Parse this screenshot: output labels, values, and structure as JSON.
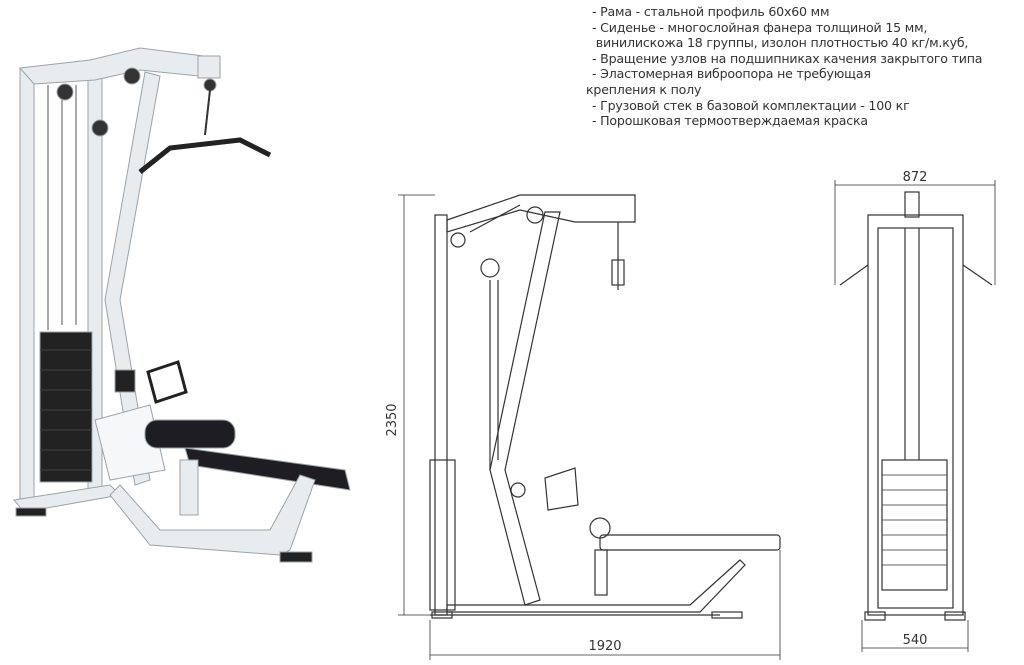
{
  "specs": [
    "- Рама - стальной профиль 60х60 мм",
    "- Сиденье - многослойная фанера толщиной 15 мм,",
    " винилискожа 18 группы, изолон плотностью 40 кг/м.куб,",
    "- Вращение узлов на подшипниках качения закрытого типа",
    "- Эластомерная виброопора не требующая",
    "крепления к полу",
    "- Грузовой стек в базовой комплектации - 100 кг",
    "- Порошковая термоотверждаемая краска"
  ],
  "dimensions": {
    "height": "2350",
    "length": "1920",
    "width_top": "872",
    "width_base": "540"
  },
  "colors": {
    "frame": "#e8ecef",
    "pad": "#1e1e22",
    "line": "#333333"
  }
}
